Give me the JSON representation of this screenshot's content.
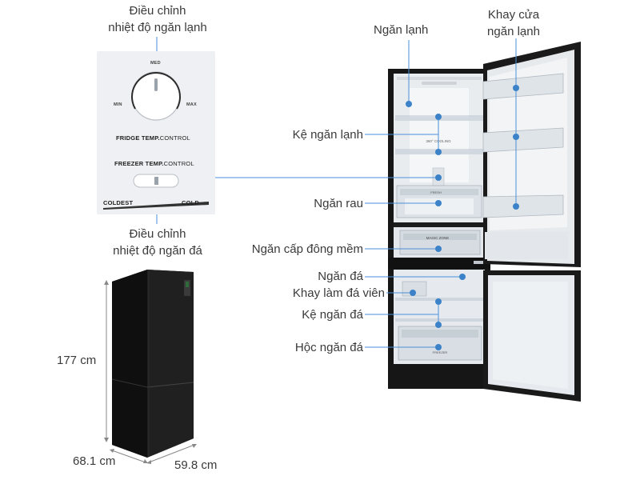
{
  "labels": {
    "fridge_temp_adjust": "Điều chỉnh\nnhiệt độ ngăn lạnh",
    "freezer_temp_adjust": "Điều chỉnh\nnhiệt độ ngăn đá",
    "fridge_compartment": "Ngăn lạnh",
    "fridge_door_tray": "Khay cửa\nngăn lạnh",
    "fridge_shelf": "Kệ ngăn lạnh",
    "vegetable_drawer": "Ngăn rau",
    "soft_freeze_compartment": "Ngăn cấp đông mềm",
    "freezer_compartment": "Ngăn đá",
    "ice_tray": "Khay làm đá viên",
    "freezer_shelf": "Kệ ngăn đá",
    "freezer_drawer": "Hộc ngăn đá"
  },
  "control_panel": {
    "dial_med": "MED",
    "dial_min": "MIN",
    "dial_max": "MAX",
    "fridge_temp_bold": "FRIDGE TEMP.",
    "fridge_temp_thin": "CONTROL",
    "freezer_temp_bold": "FREEZER TEMP.",
    "freezer_temp_thin": "CONTROL",
    "coldest": "COLDEST",
    "cold": "COLD"
  },
  "fridge_prints": {
    "cooling": "360° COOLING",
    "fresh": "FRESH",
    "magic_zone": "MAGIC ZONE",
    "freezer": "FREEZER"
  },
  "dimensions": {
    "height": "177 cm",
    "depth": "68.1 cm",
    "width": "59.8 cm"
  },
  "colors": {
    "callout_line": "#4a90d9",
    "callout_dot": "#3b82c9",
    "fridge_body": "#141414",
    "dimension_line": "#888888"
  }
}
